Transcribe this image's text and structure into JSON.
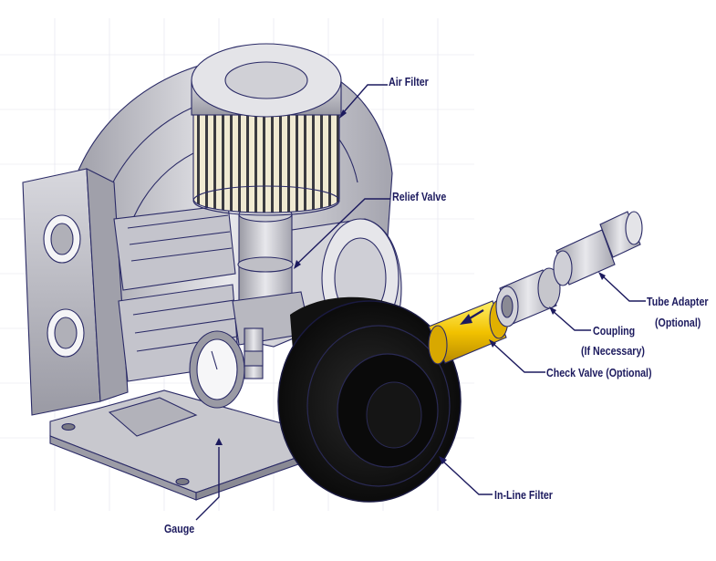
{
  "labels": {
    "air_filter": "Air Filter",
    "relief_valve": "Relief Valve",
    "tube_adapter": "Tube Adapter",
    "tube_adapter_optional": "(Optional)",
    "coupling": "Coupling",
    "coupling_note": "(If Necessary)",
    "check_valve": "Check Valve (Optional)",
    "inline_filter": "In-Line Filter",
    "gauge": "Gauge"
  },
  "colors": {
    "label_ink": "#1c1a5e",
    "line_ink": "#2a2a66",
    "metal_light": "#e2e2e6",
    "metal_mid": "#b9b9c0",
    "metal_dark": "#8a8a94",
    "filter_black": "#0c0c0c",
    "check_valve_yellow": "#f2c200",
    "filter_element_cream": "#f0ead2",
    "grid": "#d6d6e4"
  }
}
